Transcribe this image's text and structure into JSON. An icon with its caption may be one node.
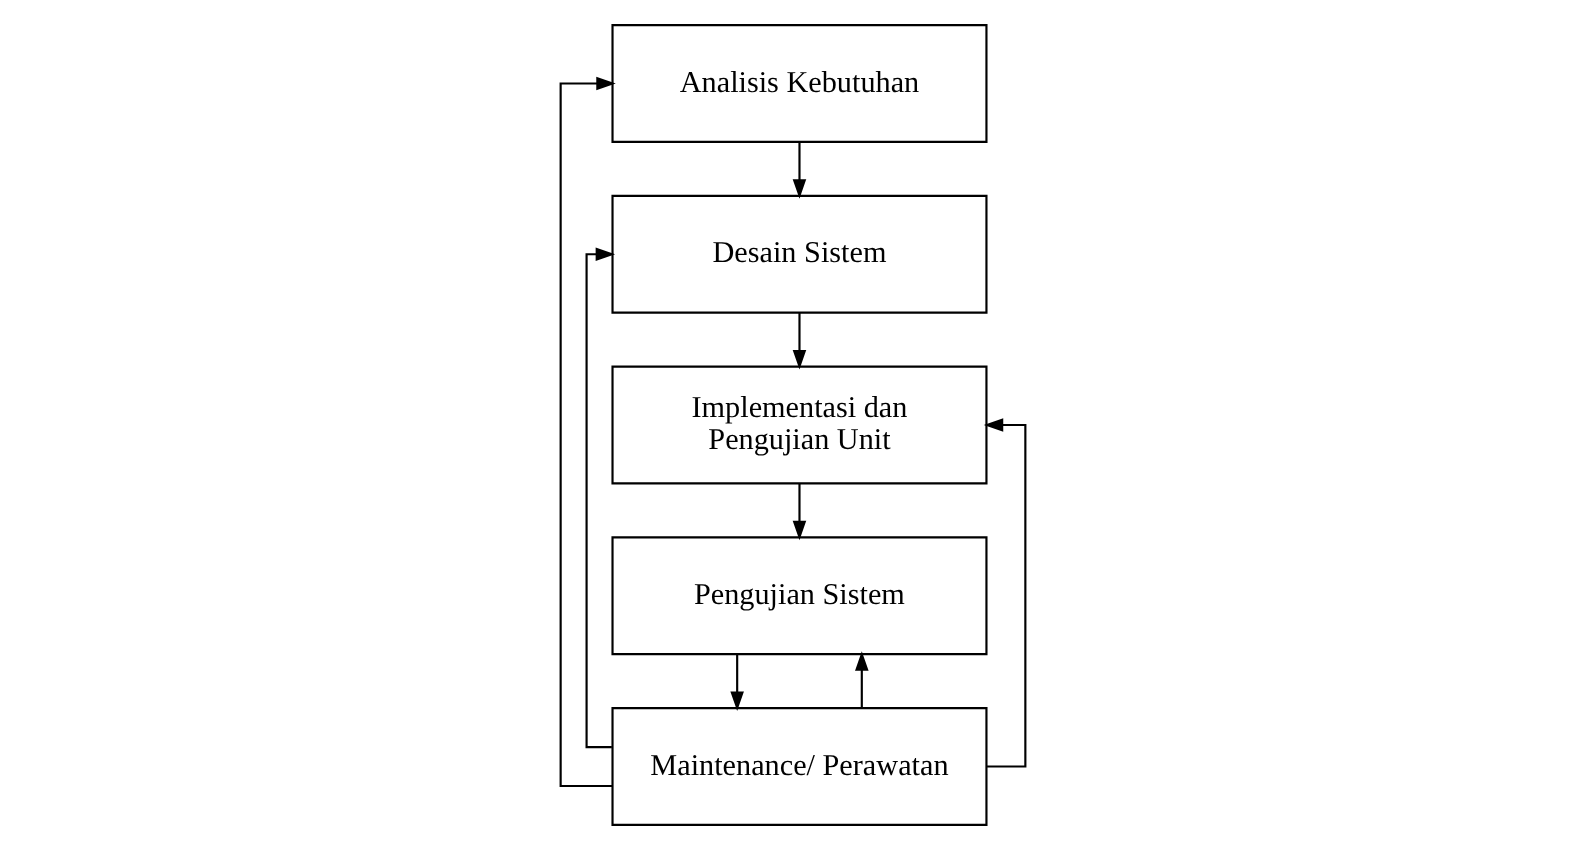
{
  "diagram": {
    "nodes": [
      {
        "text": [
          "Analisis Kebutuhan"
        ]
      },
      {
        "text": [
          "Desain Sistem"
        ]
      },
      {
        "text": [
          "Implementasi dan Pengujian Unit"
        ]
      },
      {
        "text": [
          "Pengujian Sistem"
        ]
      },
      {
        "text": [
          "Maintenance/ Perawatan"
        ]
      }
    ],
    "edges": [
      {
        "from": 0,
        "to": 1,
        "arrow": "to"
      },
      {
        "from": 1,
        "to": 2,
        "arrow": "to"
      },
      {
        "from": 2,
        "to": 3,
        "arrow": "to"
      },
      {
        "from": 3,
        "to": 4,
        "arrow": "to"
      },
      {
        "from": 4,
        "to": 0,
        "arrow": "to"
      },
      {
        "from": 4,
        "to": 1,
        "arrow": "to"
      },
      {
        "from": 4,
        "to": 2,
        "arrow": "to"
      },
      {
        "from": 4,
        "to": 3,
        "arrow": "to"
      }
    ]
  }
}
